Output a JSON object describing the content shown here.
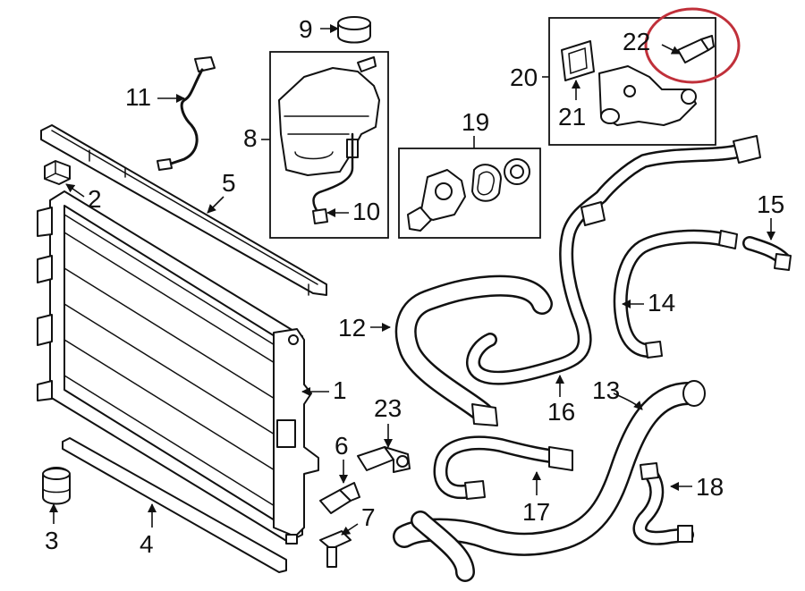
{
  "callouts": [
    "1",
    "2",
    "3",
    "4",
    "5",
    "6",
    "7",
    "8",
    "9",
    "10",
    "11",
    "12",
    "13",
    "14",
    "15",
    "16",
    "17",
    "18",
    "19",
    "20",
    "21",
    "22",
    "23"
  ],
  "highlighted_callout": "22",
  "colors": {
    "ink": "#111111",
    "highlight": "#c0303a",
    "background": "#ffffff"
  }
}
